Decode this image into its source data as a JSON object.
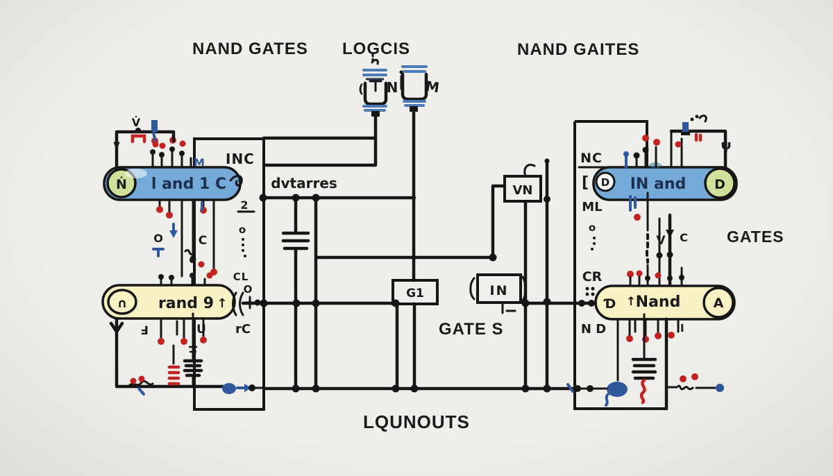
{
  "colors": {
    "bg": "#efeeea",
    "ink": "#1b1b1b",
    "wire": "#161616",
    "chip_blue": "#74a9d8",
    "chip_green": "#cfe19a",
    "chip_yellow": "#f7f1c4",
    "red": "#c22320",
    "blue": "#30599c"
  },
  "titles": {
    "top_left": "NAND GATES",
    "top_center": "LOGCIS",
    "top_right": "NAND GAITES",
    "mid_center": "GATE S",
    "mid_right": "GATES",
    "bottom_center": "LQUNOUTS"
  },
  "net_label": "dvtarres",
  "left_ic": {
    "chip_blue": {
      "cap": "Ṅ",
      "label": "l and 1 C"
    },
    "chip_yellow": {
      "cap": "∩",
      "label": "rand 9",
      "arrow": "↑"
    },
    "pin_m": "M",
    "labels": {
      "inc": "INC",
      "two": "2",
      "o_small": "o",
      "cl": "CL",
      "o_big": "O",
      "rc": "rC",
      "f": "Ⅎ",
      "u": "U",
      "v_dot": "V̇",
      "v_small": "ṿ",
      "paren": "(",
      "o_mid": "O",
      "c_mid": "C"
    }
  },
  "mid": {
    "n": "N",
    "m": "M",
    "vn": "VN",
    "g1": "G1",
    "in": "IN"
  },
  "right_ic": {
    "chip_blue": {
      "bracket": "[",
      "badge": "D",
      "label": "IN and",
      "cap": "D"
    },
    "chip_yellow": {
      "badge": "Ɗ",
      "arrow": "↑",
      "label": "Nand",
      "cap": "A"
    },
    "labels": {
      "nc": "NC",
      "ml": "ML",
      "o_small": "o",
      "cr": "CR",
      "nd": "N D",
      "v": "V",
      "c": "C",
      "psi": "ψ",
      "i": "I"
    }
  }
}
